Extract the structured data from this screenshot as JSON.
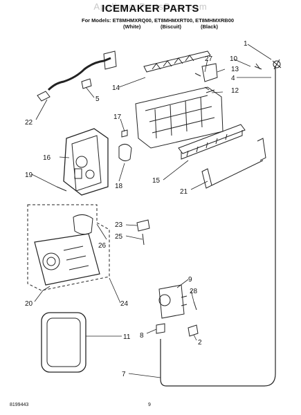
{
  "watermark": "AppliancePartsPros.com",
  "title": "ICEMAKER PARTS",
  "models_line": "For Models: ET8MHMXRQ00, ET8MHMXRT00, ET8MHMXRB00",
  "variants": [
    "(White)",
    "(Biscuit)",
    "(Black)"
  ],
  "footer_left": "8199443",
  "footer_center": "9",
  "callouts": [
    "1",
    "10",
    "27",
    "13",
    "4",
    "14",
    "5",
    "12",
    "17",
    "22",
    "16",
    "18",
    "19",
    "15",
    "21",
    "23",
    "25",
    "26",
    "9",
    "28",
    "20",
    "24",
    "11",
    "8",
    "2",
    "7"
  ]
}
